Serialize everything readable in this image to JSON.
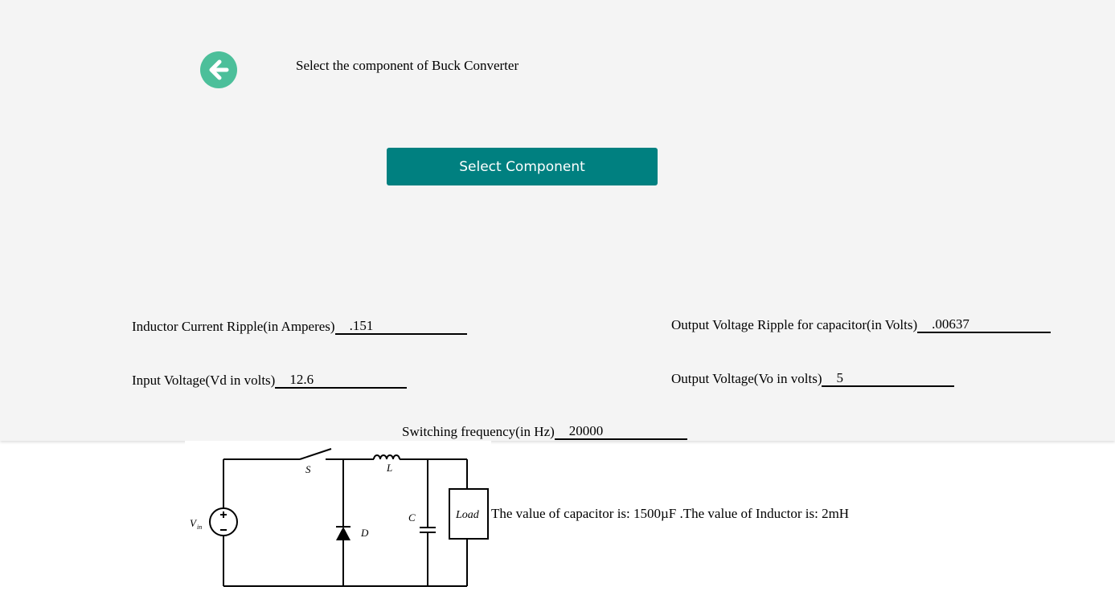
{
  "header": {
    "back_icon": "arrow-left-circle-icon",
    "title": "Select the component of Buck Converter",
    "accent_color": "#4cbf9a"
  },
  "actions": {
    "select_component_label": "Select Component",
    "button_color": "#008080"
  },
  "params": {
    "inductor_ripple": {
      "label": "Inductor Current Ripple(in Amperes)",
      "value": ".151"
    },
    "output_ripple": {
      "label": "Output Voltage Ripple for capacitor(in Volts)",
      "value": ".00637"
    },
    "input_voltage": {
      "label": "Input Voltage(Vd in volts)",
      "value": "12.6"
    },
    "output_voltage": {
      "label": "Output Voltage(Vo in volts)",
      "value": "5"
    },
    "switching_frequency": {
      "label": "Switching frequency(in Hz)",
      "value": "20000"
    }
  },
  "circuit": {
    "labels": {
      "switch": "S",
      "inductor": "L",
      "diode": "D",
      "capacitor": "C",
      "load": "Load",
      "source": "V",
      "source_sub": "in"
    }
  },
  "result": {
    "text": "The value of capacitor is: 1500µF .The value of Inductor is: 2mH"
  }
}
